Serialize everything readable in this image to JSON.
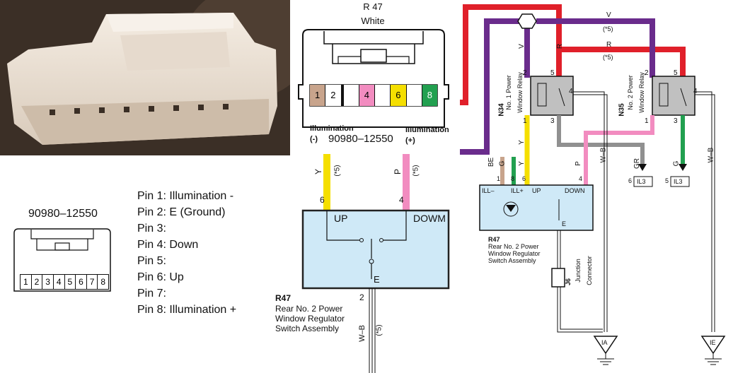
{
  "connector": {
    "title": "R 47",
    "color": "White",
    "part_number": "90980–12550",
    "pins": [
      "1",
      "2",
      "",
      "4",
      "",
      "6",
      "",
      "8"
    ],
    "pin_colors": [
      "#c8a48c",
      "#ffffff",
      "#ffffff",
      "#f28cc0",
      "#ffffff",
      "#f5df00",
      "#ffffff",
      "#22a050"
    ],
    "illum_neg_label": "Illumination",
    "illum_neg_sign": "(-)",
    "illum_pos_label": "Illumination",
    "illum_pos_sign": "(+)"
  },
  "small_connector": {
    "title": "90980–12550",
    "pins": [
      "1",
      "2",
      "3",
      "4",
      "5",
      "6",
      "7",
      "8"
    ]
  },
  "pin_list": [
    "Pin 1: Illumination -",
    "Pin 2: E (Ground)",
    "Pin 3:",
    "Pin 4: Down",
    "Pin 5:",
    "Pin 6: Up",
    "Pin 7:",
    "Pin 8: Illumination +"
  ],
  "switch_a": {
    "wire_y": "Y",
    "wire_p": "P",
    "star5": "(*5)",
    "pin6": "6",
    "pin4": "4",
    "pin2": "2",
    "up": "UP",
    "down": "DOWM",
    "e": "E",
    "ref": "R47",
    "name_lines": [
      "Rear No. 2 Power",
      "Window Regulator",
      "Switch Assembly"
    ],
    "ground_wire": "W–B",
    "ground_star": "(*5)"
  },
  "schematic": {
    "v_label": "V",
    "r_label": "R",
    "star5": "(*5)",
    "relay1_ref": "N34",
    "relay1_name": [
      "No. 1 Power",
      "Window Relay"
    ],
    "relay2_ref": "N35",
    "relay2_name": [
      "No. 2 Power",
      "Window Relay"
    ],
    "relay_pins": [
      "2",
      "5",
      "4",
      "1",
      "3"
    ],
    "wire_labels": [
      "V",
      "R",
      "Y",
      "W–B",
      "GR",
      "G",
      "W–B",
      "BE",
      "G",
      "Y",
      "P"
    ],
    "switch_pins": [
      "1",
      "8",
      "6",
      "4"
    ],
    "switch_labels": [
      "ILL–",
      "ILL+",
      "UP",
      "DOWN",
      "E"
    ],
    "switch_ref": "R47",
    "switch_name": [
      "Rear No. 2 Power",
      "Window Regulator",
      "Switch Assembly"
    ],
    "il3_a": "IL3",
    "il3_a_pin": "6",
    "il3_b": "IL3",
    "il3_b_pin": "5",
    "junction_ref": "J6",
    "junction_name": [
      "Junction",
      "Connector"
    ],
    "ground_a": "IA",
    "ground_b": "IE"
  }
}
